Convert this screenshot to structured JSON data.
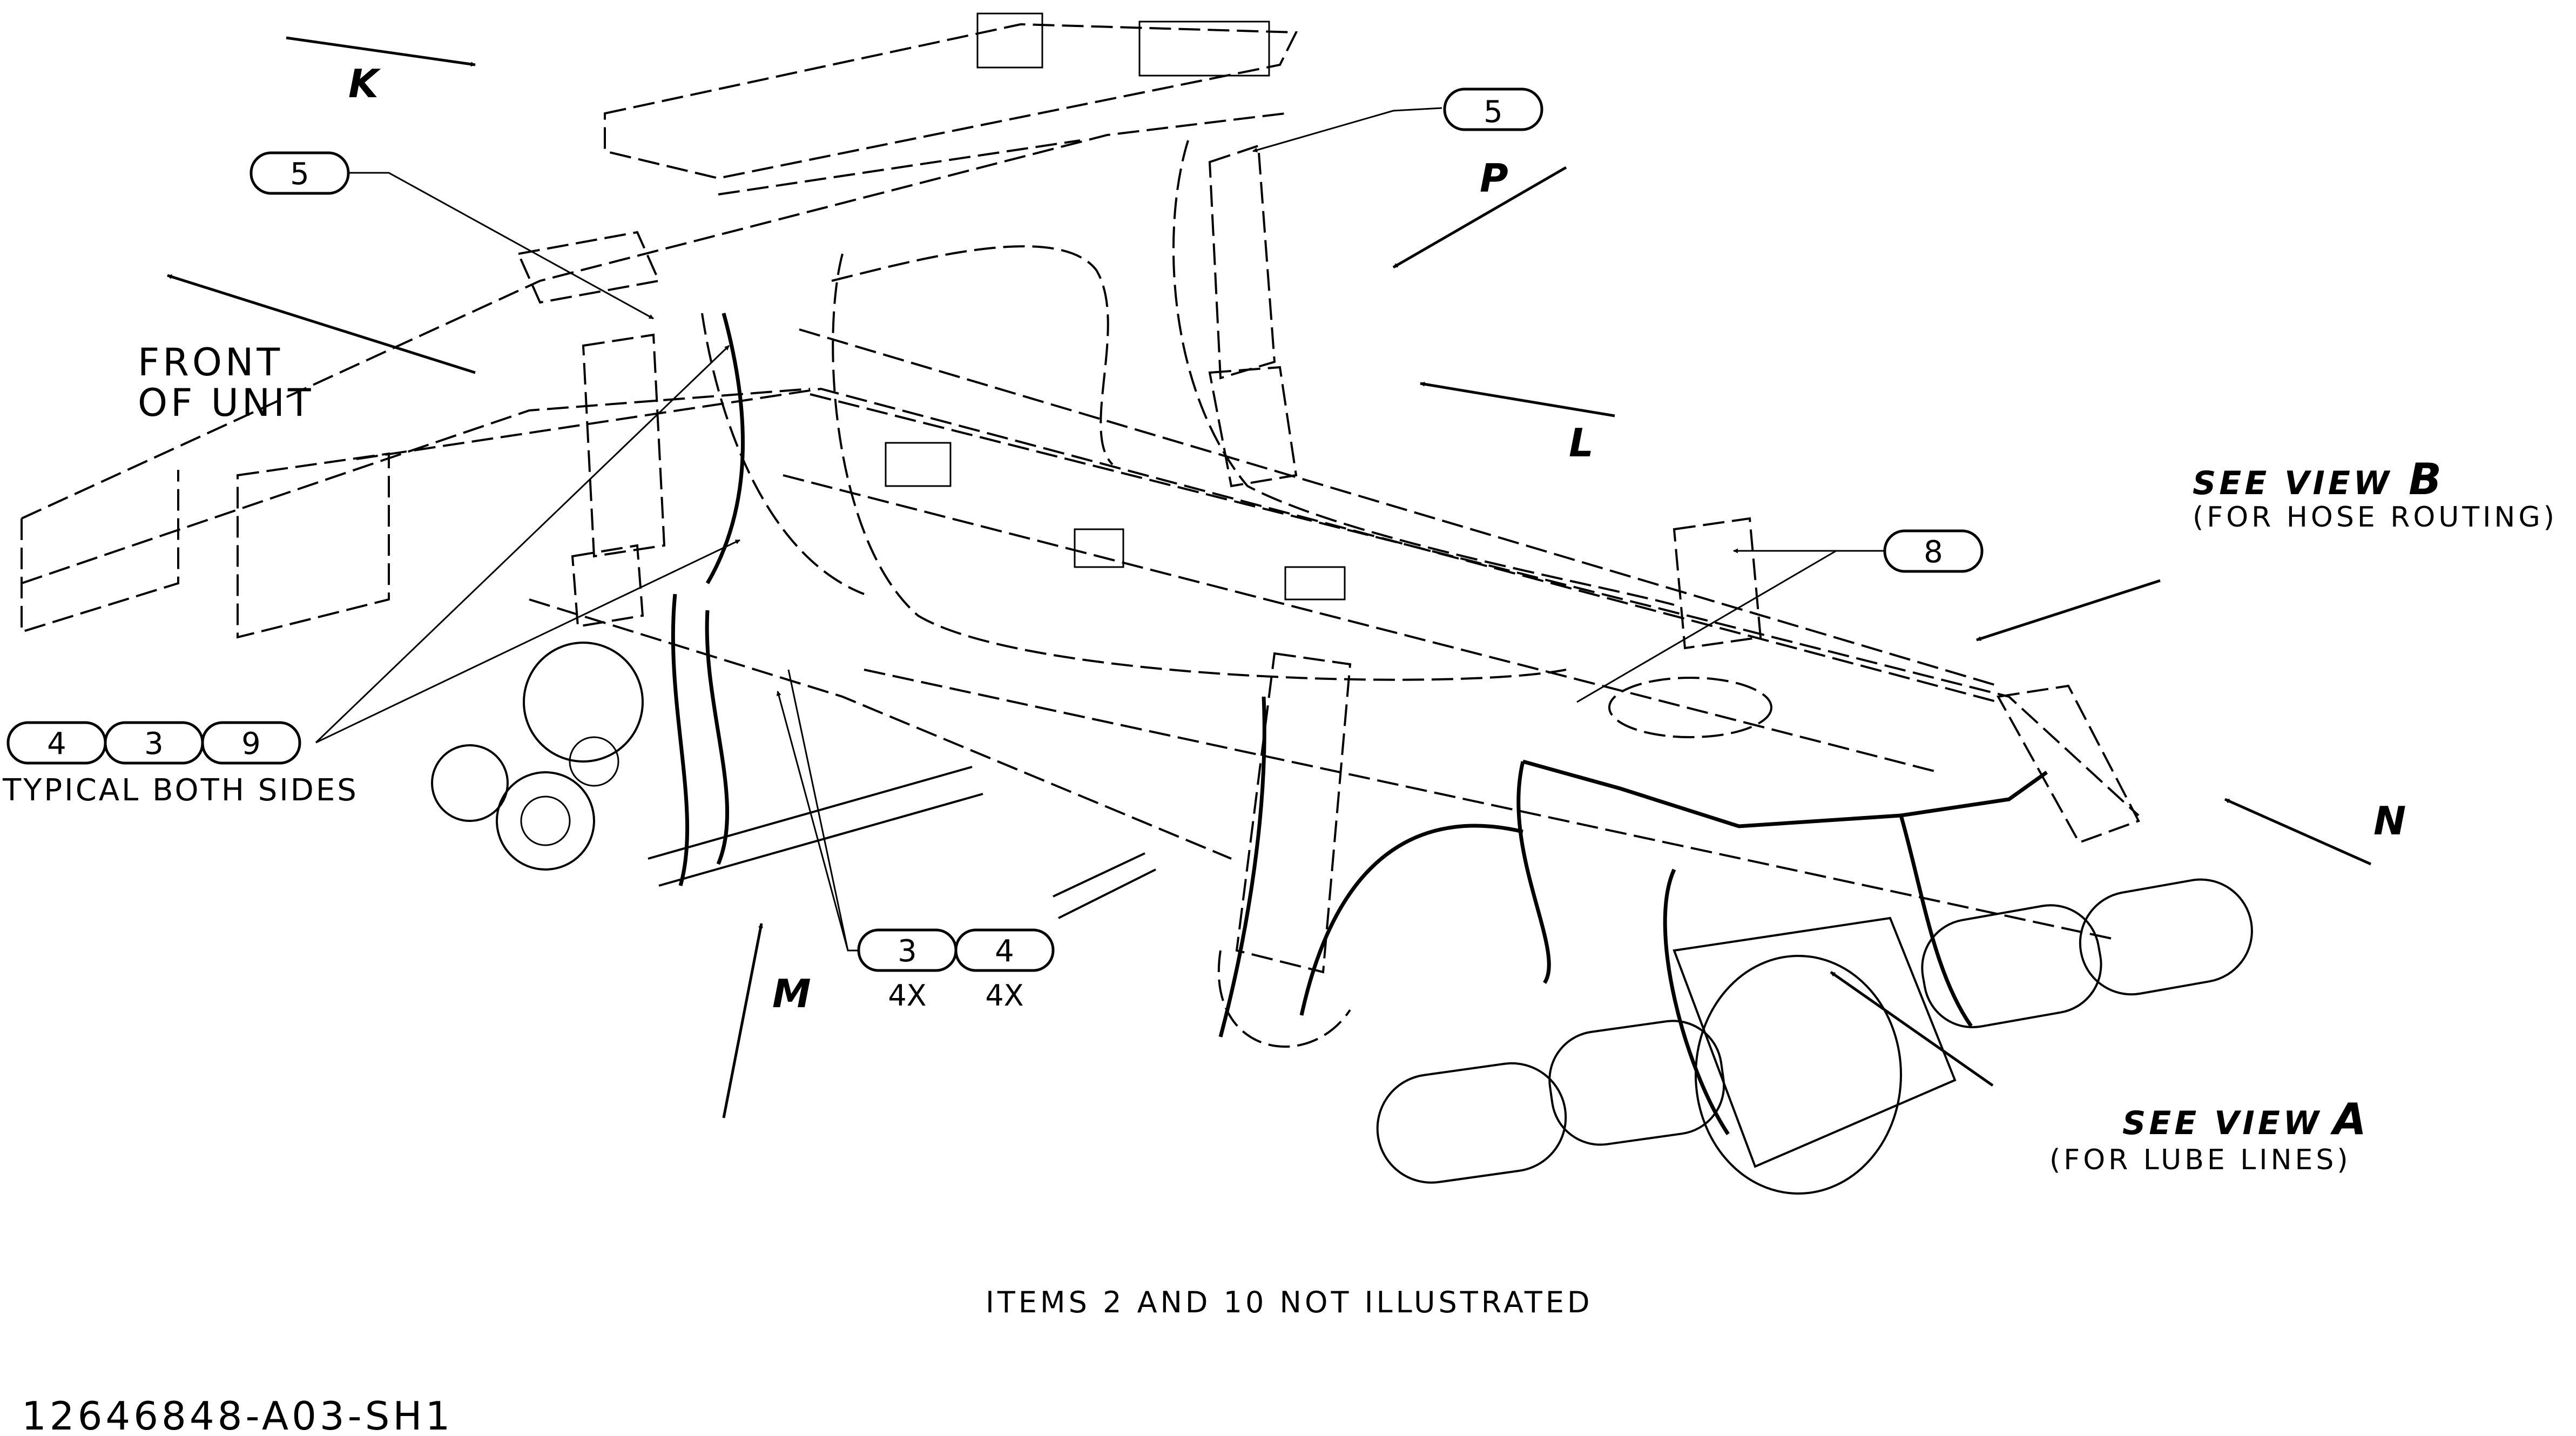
{
  "drawing_number": "12646848-A03-SH1",
  "front_label": {
    "line1": "FRONT",
    "line2": "OF UNIT"
  },
  "view_arrows": {
    "k": "K",
    "p": "P",
    "l": "L",
    "m": "M",
    "n": "N"
  },
  "see_view_b": {
    "title": "SEE VIEW",
    "letter": "B",
    "note": "(FOR HOSE ROUTING)"
  },
  "see_view_a": {
    "title": "SEE VIEW",
    "letter": "A",
    "note": "(FOR LUBE LINES)"
  },
  "callouts": {
    "top_right": "5",
    "top_left": "5",
    "right_mount": "8",
    "left_group": [
      "4",
      "3",
      "9"
    ],
    "left_group_note": "TYPICAL BOTH SIDES",
    "bottom_group": [
      "3",
      "4"
    ],
    "bottom_group_qty": [
      "4X",
      "4X"
    ]
  },
  "footer_note": "ITEMS 2 AND 10 NOT ILLUSTRATED"
}
